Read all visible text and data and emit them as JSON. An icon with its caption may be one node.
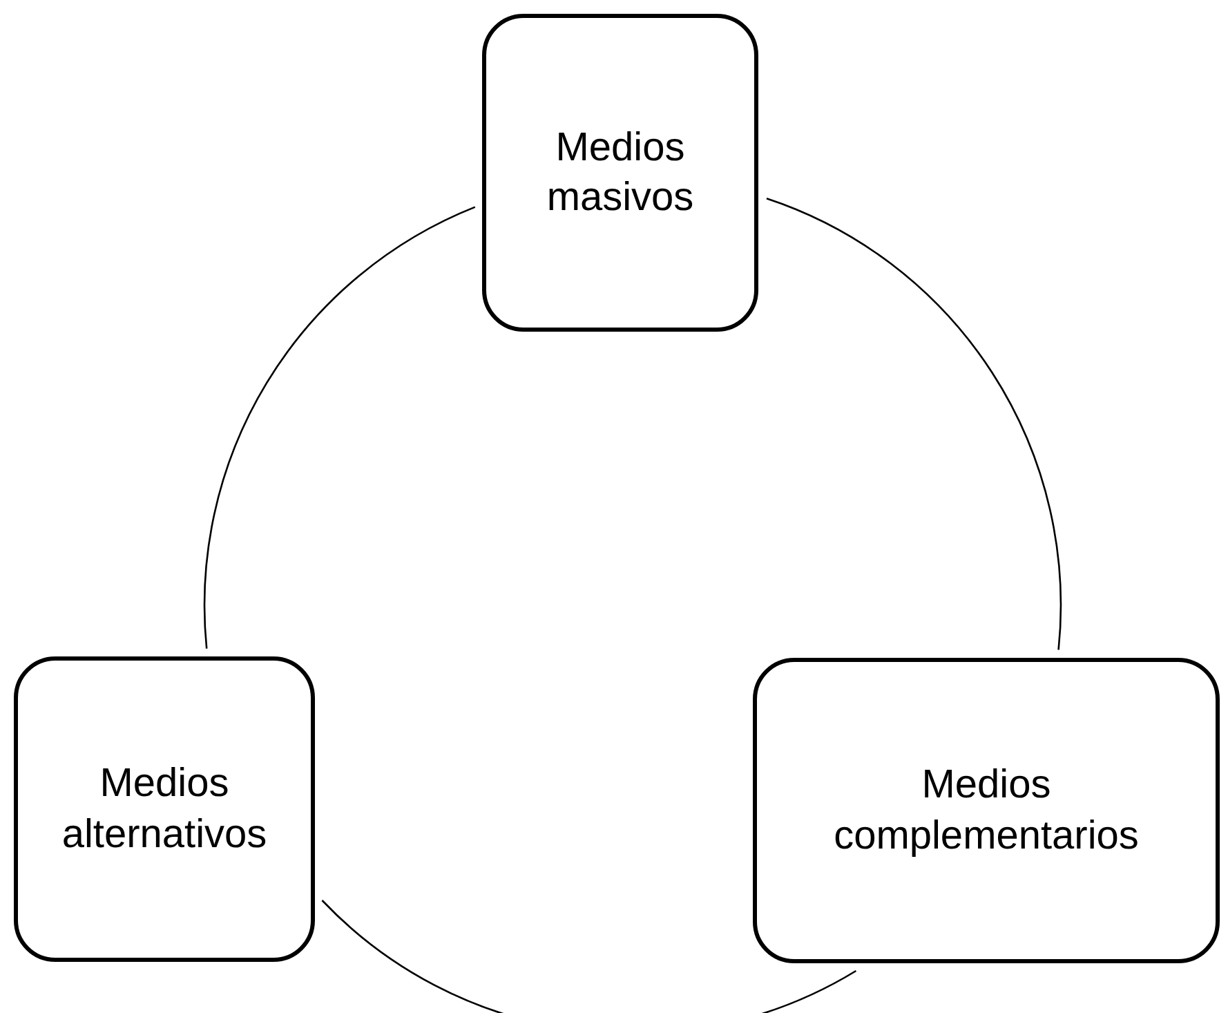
{
  "diagram": {
    "nodes": [
      {
        "text": [
          "Medios masivos"
        ]
      },
      {
        "text": [
          "Medios alternativos"
        ]
      },
      {
        "text": [
          "Medios complementarios"
        ]
      }
    ],
    "edges": [
      {
        "from": 0,
        "to": 2,
        "arrow": "none"
      },
      {
        "from": 2,
        "to": 1,
        "arrow": "none"
      },
      {
        "from": 1,
        "to": 0,
        "arrow": "none"
      }
    ]
  }
}
